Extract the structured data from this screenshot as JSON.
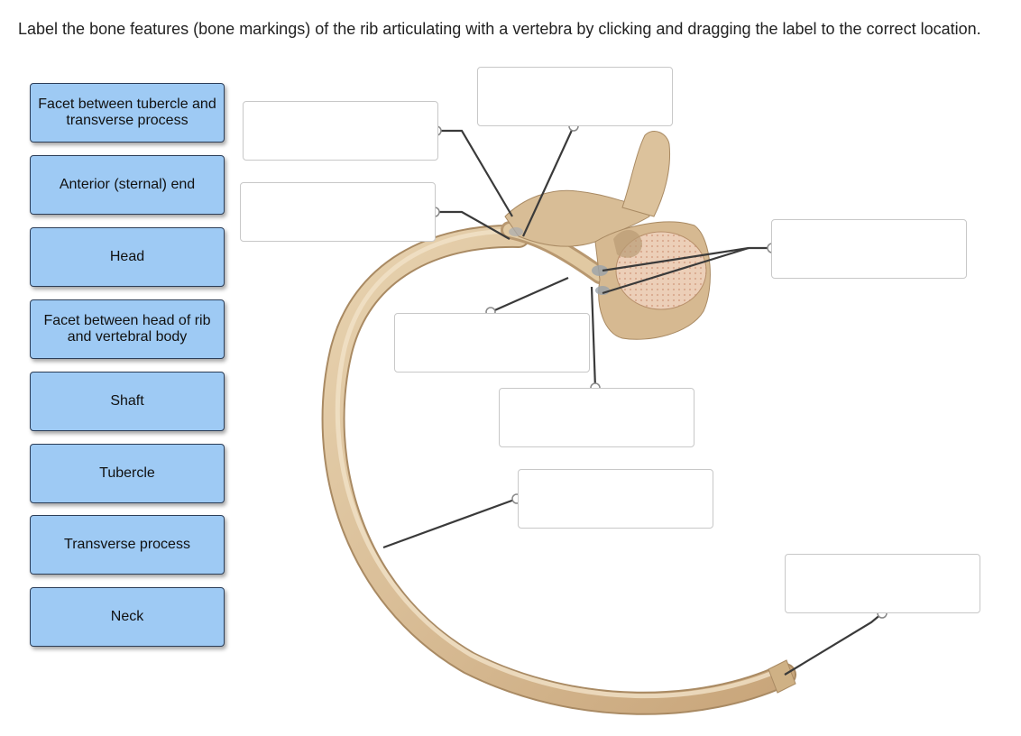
{
  "instructions": "Label the bone features (bone markings) of the rib articulating with a vertebra by clicking and dragging the label to the correct location.",
  "labels": [
    "Facet between tubercle and transverse process",
    "Anterior (sternal) end",
    "Head",
    "Facet between head of rib and vertebral body",
    "Shaft",
    "Tubercle",
    "Transverse process",
    "Neck"
  ],
  "colors": {
    "label_bg": "#9ecaf4",
    "label_border": "#2c3e58",
    "bone": "#d9c09a",
    "bone_edge": "#a98a63",
    "leader_line": "#3a3a3a"
  }
}
